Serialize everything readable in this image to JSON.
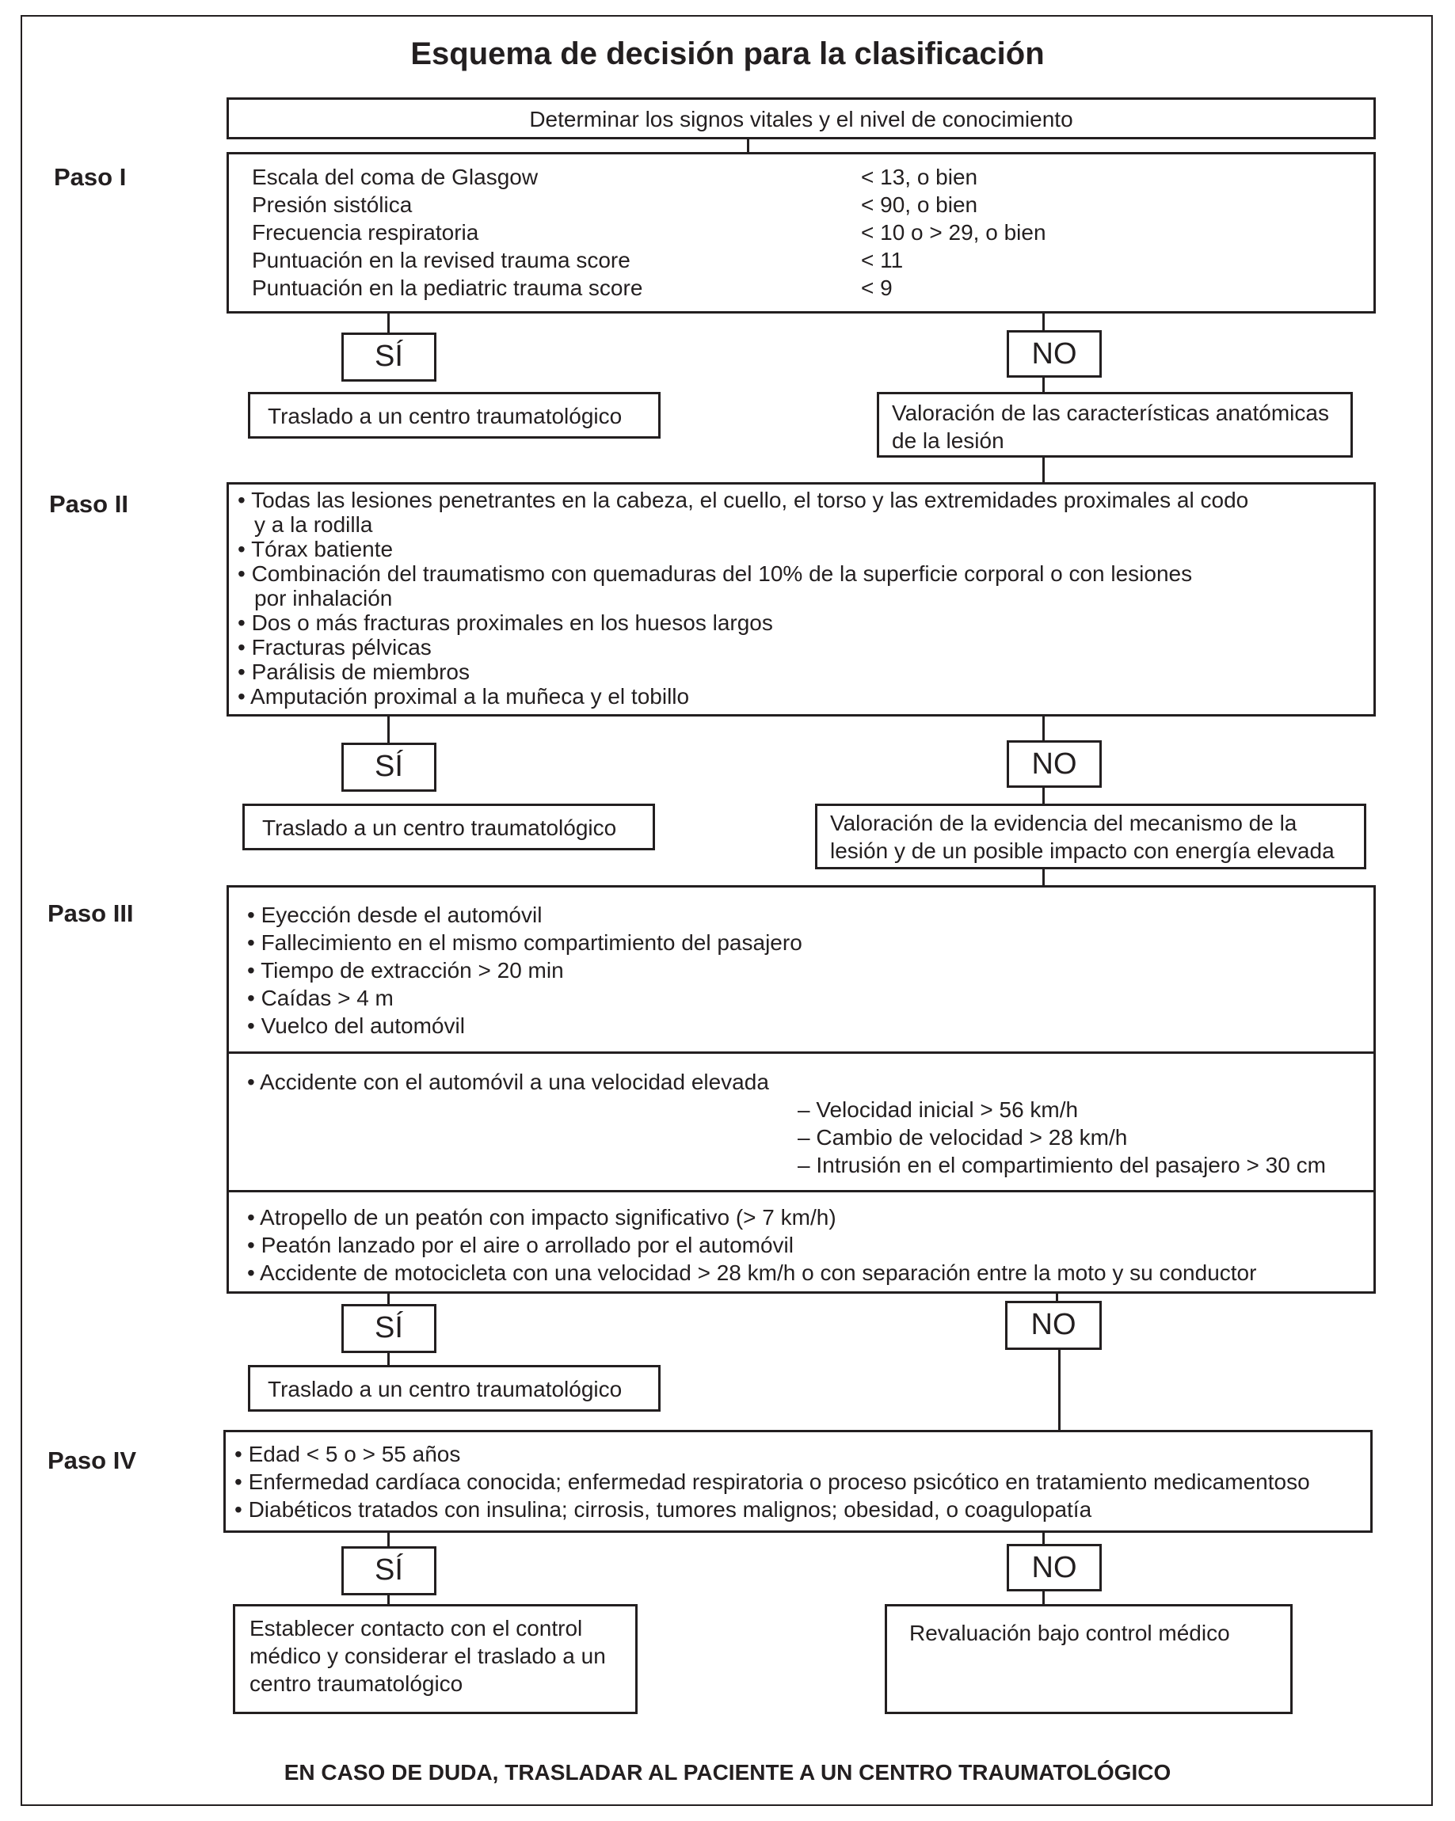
{
  "title": "Esquema de decisión para la clasificación",
  "top_box": "Determinar los signos vitales y el nivel de conocimiento",
  "yes_label": "SÍ",
  "no_label": "NO",
  "transfer": "Traslado a un centro traumatológico",
  "paso1": {
    "label": "Paso I",
    "criteria": [
      {
        "name": "Escala del coma de Glasgow",
        "value": "< 13, o bien"
      },
      {
        "name": "Presión sistólica",
        "value": "< 90, o bien"
      },
      {
        "name": "Frecuencia respiratoria",
        "value": "< 10 o > 29, o bien"
      },
      {
        "name": "Puntuación en la revised trauma score",
        "value": "< 11"
      },
      {
        "name": "Puntuación en la pediatric trauma score",
        "value": "< 9"
      }
    ],
    "no_next": "Valoración de las características anatómicas de la lesión"
  },
  "paso2": {
    "label": "Paso II",
    "items": [
      "• Todas las lesiones penetrantes en la cabeza, el cuello, el torso y las extremidades proximales al codo",
      "y a la rodilla",
      "• Tórax batiente",
      "• Combinación del traumatismo con quemaduras del 10% de la superficie corporal o con lesiones",
      "por inhalación",
      "• Dos o más fracturas proximales en los huesos largos",
      "• Fracturas pélvicas",
      "• Parálisis de miembros",
      "• Amputación proximal a la muñeca y el tobillo"
    ],
    "no_next": "Valoración de la evidencia del mecanismo de la lesión y de un posible impacto con energía elevada"
  },
  "paso3": {
    "label": "Paso III",
    "group1": [
      "• Eyección desde el automóvil",
      "• Fallecimiento en el mismo compartimiento del pasajero",
      "• Tiempo de extracción > 20 min",
      "• Caídas > 4 m",
      "• Vuelco del automóvil"
    ],
    "group2_head": "• Accidente con el automóvil a una velocidad elevada",
    "group2_sub": [
      "– Velocidad inicial > 56 km/h",
      "– Cambio de velocidad > 28 km/h",
      "– Intrusión en el compartimiento del pasajero > 30 cm"
    ],
    "group3": [
      "• Atropello de un peatón con impacto significativo (> 7 km/h)",
      "• Peatón lanzado por el aire o arrollado por el automóvil",
      "• Accidente de motocicleta con una velocidad > 28 km/h o con separación entre la moto y su conductor"
    ]
  },
  "paso4": {
    "label": "Paso IV",
    "items": [
      "• Edad < 5 o > 55 años",
      "• Enfermedad cardíaca conocida; enfermedad respiratoria o proceso psicótico en tratamiento medicamentoso",
      "• Diabéticos tratados con insulina; cirrosis, tumores malignos; obesidad, o coagulopatía"
    ],
    "yes_action": "Establecer contacto con el control médico y considerar el traslado a un centro traumatológico",
    "no_action": "Revaluación bajo control médico"
  },
  "footer": "EN CASO DE DUDA, TRASLADAR AL PACIENTE A UN CENTRO TRAUMATOLÓGICO"
}
